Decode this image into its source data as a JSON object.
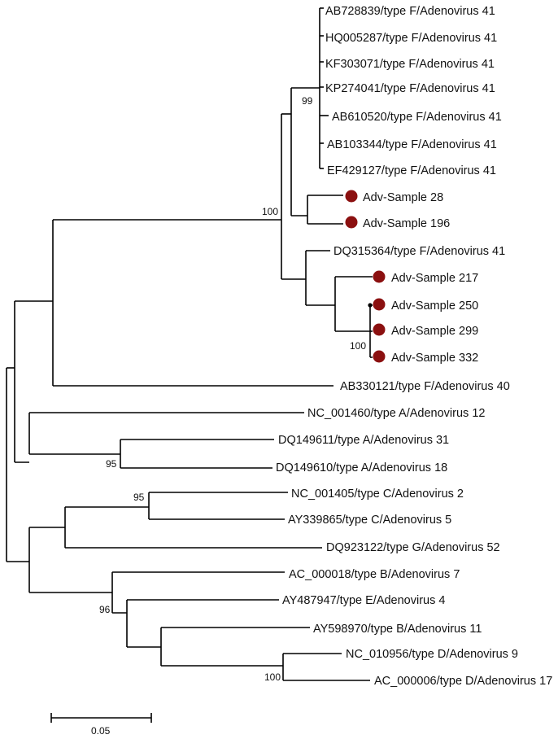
{
  "leaves": [
    {
      "id": "AB728839/type  F/Adenovirus 41"
    },
    {
      "id": "HQ005287/type  F/Adenovirus 41"
    },
    {
      "id": "KF303071/type  F/Adenovirus 41"
    },
    {
      "id": "KP274041/type  F/Adenovirus 41"
    },
    {
      "id": "AB610520/type  F/Adenovirus 41"
    },
    {
      "id": "AB103344/type  F/Adenovirus 41"
    },
    {
      "id": "EF429127/type  F/Adenovirus 41"
    },
    {
      "id": "Adv-Sample 28",
      "sample": true
    },
    {
      "id": "Adv-Sample 196",
      "sample": true
    },
    {
      "id": "DQ315364/type  F/Adenovirus 41"
    },
    {
      "id": "Adv-Sample 217",
      "sample": true
    },
    {
      "id": "Adv-Sample 250",
      "sample": true
    },
    {
      "id": "Adv-Sample 299",
      "sample": true
    },
    {
      "id": "Adv-Sample 332",
      "sample": true
    },
    {
      "id": "AB330121/type  F/Adenovirus 40"
    },
    {
      "id": "NC_001460/type  A/Adenovirus 12"
    },
    {
      "id": "DQ149611/type  A/Adenovirus 31"
    },
    {
      "id": "DQ149610/type  A/Adenovirus 18"
    },
    {
      "id": "NC_001405/type C/Adenovirus 2"
    },
    {
      "id": "AY339865/type  C/Adenovirus 5"
    },
    {
      "id": "DQ923122/type  G/Adenovirus 52"
    },
    {
      "id": "AC_000018/type  B/Adenovirus 7"
    },
    {
      "id": "AY487947/type E/Adenovirus 4"
    },
    {
      "id": "AY598970/type  B/Adenovirus 11"
    },
    {
      "id": "NC_010956/type D/Adenovirus 9"
    },
    {
      "id": "AC_000006/type  D/Adenovirus 17"
    }
  ],
  "bootstrap": {
    "f41_clade": "99",
    "f41_group": "100",
    "samples_250_332": "100",
    "a31_a18": "95",
    "c2_c5": "95",
    "bed_clade": "96",
    "d9_d17": "100"
  },
  "scale_bar": {
    "label": "0.05",
    "length": 0.05
  },
  "colors": {
    "sample_marker": "#8b1010",
    "branch": "#000000"
  }
}
